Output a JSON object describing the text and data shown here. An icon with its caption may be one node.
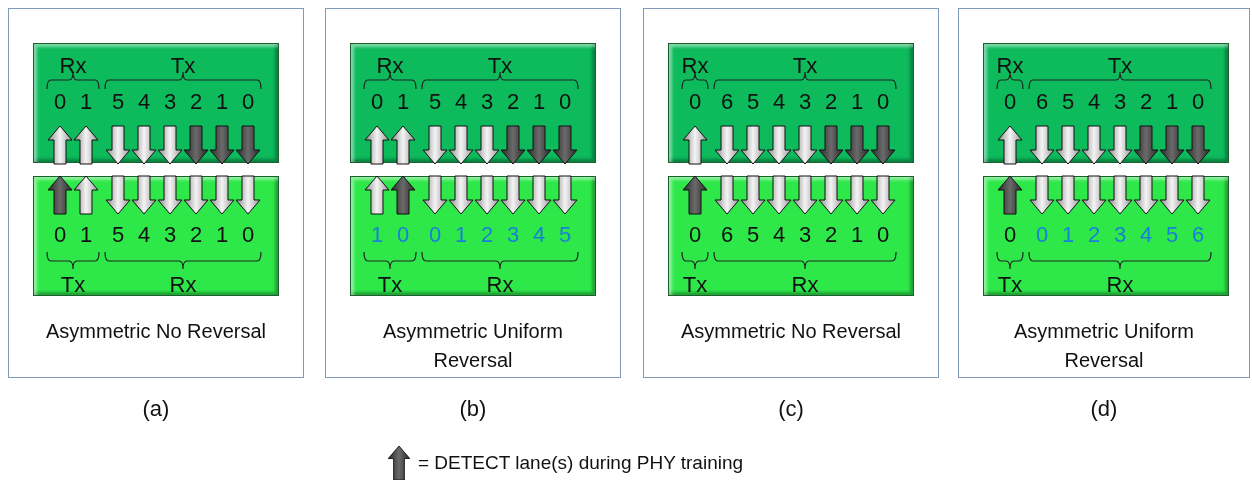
{
  "diagram": {
    "nodes": [
      {
        "text": [
          "Asymmetric No Reversal"
        ],
        "beside": [
          "(a)"
        ]
      },
      {
        "text": [
          "Rx",
          "Tx",
          "0",
          "1",
          "5",
          "4",
          "3",
          "2",
          "1",
          "0"
        ],
        "in": 0
      },
      {
        "text": [
          "0",
          "1",
          "5",
          "4",
          "3",
          "2",
          "1",
          "0",
          "Tx",
          "Rx"
        ],
        "in": 0
      },
      {
        "text": [
          "Asymmetric Uniform Reversal"
        ],
        "beside": [
          "(b)"
        ]
      },
      {
        "text": [
          "Rx",
          "Tx",
          "0",
          "1",
          "5",
          "4",
          "3",
          "2",
          "1",
          "0"
        ],
        "in": 3
      },
      {
        "text": [
          "1",
          "0",
          "0",
          "1",
          "2",
          "3",
          "4",
          "5",
          "Tx",
          "Rx"
        ],
        "in": 3
      },
      {
        "text": [
          "Asymmetric No Reversal"
        ],
        "beside": [
          "(c)"
        ]
      },
      {
        "text": [
          "Rx",
          "Tx",
          "0",
          "6",
          "5",
          "4",
          "3",
          "2",
          "1",
          "0"
        ],
        "in": 6
      },
      {
        "text": [
          "0",
          "6",
          "5",
          "4",
          "3",
          "2",
          "1",
          "0",
          "Tx",
          "Rx"
        ],
        "in": 6
      },
      {
        "text": [
          "Asymmetric Uniform Reversal"
        ],
        "beside": [
          "(d)"
        ]
      },
      {
        "text": [
          "Rx",
          "Tx",
          "0",
          "6",
          "5",
          "4",
          "3",
          "2",
          "1",
          "0"
        ],
        "in": 9
      },
      {
        "text": [
          "0",
          "0",
          "1",
          "2",
          "3",
          "4",
          "5",
          "6",
          "Tx",
          "Rx"
        ],
        "in": 9
      }
    ],
    "legend": [
      {
        "text": "= DETECT lane(s) during PHY training"
      }
    ]
  }
}
